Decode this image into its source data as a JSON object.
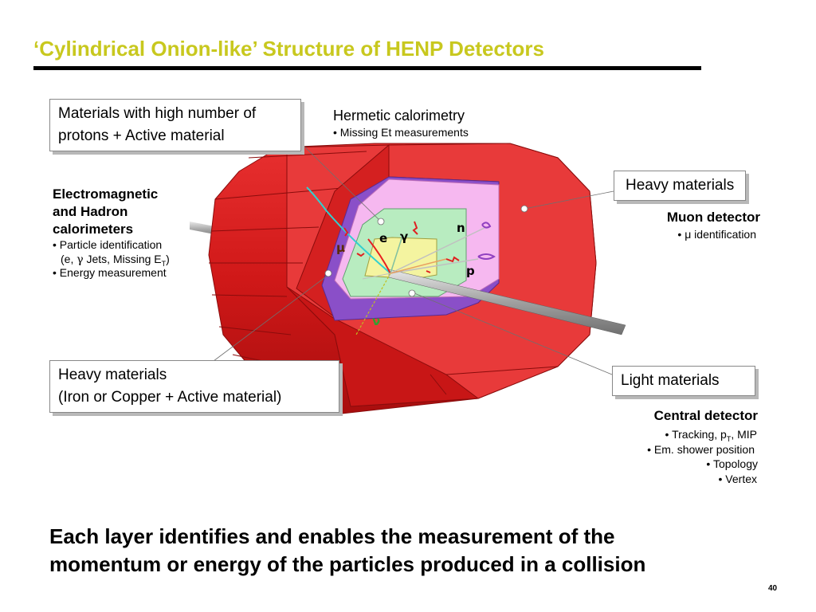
{
  "title": "‘Cylindrical Onion-like’ Structure of  HENP Detectors",
  "callouts": {
    "top_left": {
      "line1": "Materials with high number of",
      "line2": "protons + Active material"
    },
    "bottom_left": {
      "line1": "Heavy materials",
      "line2": "(Iron or Copper + Active material)"
    },
    "heavy_right": "Heavy materials",
    "light_right": "Light materials"
  },
  "hermetic": {
    "title": "Hermetic calorimetry",
    "bullet": "• Missing Et measurements"
  },
  "em_hadron": {
    "title_lines": [
      "Electromagnetic",
      "and Hadron",
      "calorimeters"
    ],
    "bullet1": "• Particle identification",
    "bullet1b_pre": "(e, ",
    "bullet1b_gamma": "γ",
    "bullet1b_mid": " Jets, Missing E",
    "bullet1b_sub": "T",
    "bullet1b_end": ")",
    "bullet2": "• Energy measurement"
  },
  "muon": {
    "title": "Muon detector",
    "bullet": "• μ identification"
  },
  "central": {
    "title": "Central detector",
    "bullets": [
      "• Tracking, p",
      "• Em. shower position",
      "• Topology",
      "• Vertex"
    ],
    "tracking_sub": "T",
    "tracking_end": ", MIP"
  },
  "particles": {
    "mu": "μ",
    "e": "e",
    "gamma": "γ",
    "n": "n",
    "p": "p",
    "nu": "ν"
  },
  "bottom_text": [
    "Each layer identifies and enables the measurement of the",
    "momentum or energy of the particles produced in a collision"
  ],
  "page_number": "40",
  "colors": {
    "title": "#c8c81e",
    "outer": "#e02020",
    "purple": "#8a4fc8",
    "pink": "#f6b8f0",
    "green": "#b8ecc0",
    "yellow": "#f4f4a0"
  }
}
